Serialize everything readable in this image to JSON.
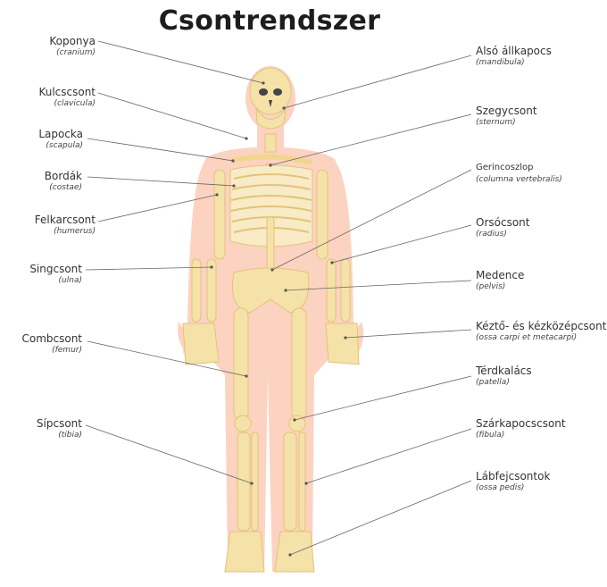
{
  "title": "Csontrendszer",
  "colors": {
    "skin": "#fcd3c1",
    "bone": "#f5e2a8",
    "bone_dark": "#e6c87f",
    "leader": "#666666"
  },
  "labels_left": [
    {
      "name": "Koponya",
      "latin": "(cranium)"
    },
    {
      "name": "Kulcscsont",
      "latin": "(clavicula)"
    },
    {
      "name": "Lapocka",
      "latin": "(scapula)"
    },
    {
      "name": "Bordák",
      "latin": "(costae)"
    },
    {
      "name": "Felkarcsont",
      "latin": "(humerus)"
    },
    {
      "name": "Singcsont",
      "latin": "(ulna)"
    },
    {
      "name": "Combcsont",
      "latin": "(femur)"
    },
    {
      "name": "Sípcsont",
      "latin": "(tibia)"
    }
  ],
  "labels_right": [
    {
      "name": "Alsó állkapocs",
      "latin": "(mandibula)"
    },
    {
      "name": "Szegycsont",
      "latin": "(sternum)"
    },
    {
      "name": "Gerincoszlop",
      "latin": "(columna vertebralis)"
    },
    {
      "name": "Orsócsont",
      "latin": "(radius)"
    },
    {
      "name": "Medence",
      "latin": "(pelvis)"
    },
    {
      "name": "Kéztő- és kézközépcsontok",
      "latin": "(ossa carpi et metacarpi)"
    },
    {
      "name": "Térdkalács",
      "latin": "(patella)"
    },
    {
      "name": "Szárkapocscsont",
      "latin": "(fibula)"
    },
    {
      "name": "Lábfejcsontok",
      "latin": "(ossa pedis)"
    }
  ]
}
